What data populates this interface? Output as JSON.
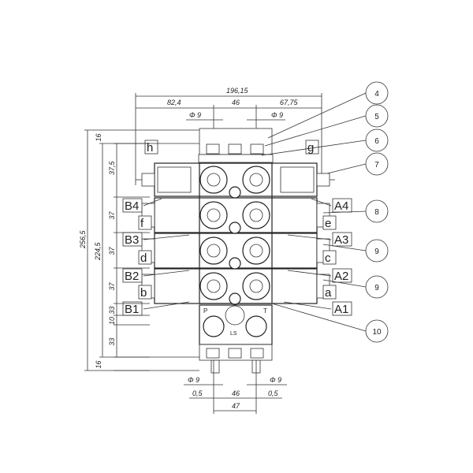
{
  "dimensions": {
    "overall_width": "196,15",
    "left_offset": "82,4",
    "port_spacing_top": "46",
    "right_offset": "67,75",
    "top_port_dia_left": "Φ 9",
    "top_port_dia_right": "Φ 9",
    "overall_height": "256,5",
    "inner_height": "224,5",
    "vertical_segments": [
      "16",
      "37,5",
      "37",
      "37",
      "37",
      "33",
      "10",
      "33",
      "16"
    ],
    "bottom_port_dia_left": "Φ 9",
    "bottom_port_dia_right": "Φ 9",
    "bottom_offset_left": "0,5",
    "port_spacing_bottom": "46",
    "bottom_offset_right": "0,5",
    "bottom_total": "47"
  },
  "port_labels": {
    "h": "h",
    "g": "g",
    "B4": "B4",
    "A4": "A4",
    "f": "f",
    "e": "e",
    "B3": "B3",
    "A3": "A3",
    "d": "d",
    "c": "c",
    "B2": "B2",
    "A2": "A2",
    "b": "b",
    "a": "a",
    "B1": "B1",
    "A1": "A1"
  },
  "base_marks": {
    "P": "P",
    "T": "T",
    "LS": "LS"
  },
  "callouts": [
    "4",
    "5",
    "6",
    "7",
    "8",
    "9",
    "9",
    "10"
  ]
}
